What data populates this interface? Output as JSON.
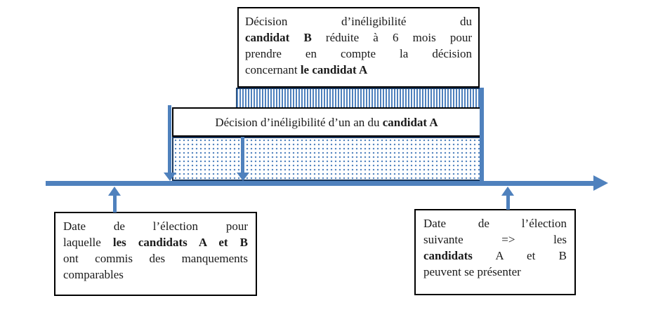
{
  "diagram": {
    "title_semantic": "Frise chronologique des décisions d'inéligibilité des candidats A et B",
    "colors": {
      "accent_blue": "#4f81bd",
      "bar_border_navy": "#17365d",
      "box_border_black": "#000000"
    },
    "top_box": {
      "lines": [
        [
          {
            "t": "Décision d’inéligibilité du"
          }
        ],
        [
          {
            "t": "candidat B",
            "b": true
          },
          {
            "t": " réduite à 6 mois pour"
          }
        ],
        [
          {
            "t": "prendre en compte la décision"
          }
        ],
        [
          {
            "t": "concernant "
          },
          {
            "t": "le candidat A",
            "b": true
          }
        ]
      ]
    },
    "middle_box": {
      "lines": [
        [
          {
            "t": "Décision d’inéligibilité d’un an du "
          },
          {
            "t": "candidat A",
            "b": true
          }
        ]
      ]
    },
    "left_box": {
      "lines": [
        [
          {
            "t": "Date de l’élection pour"
          }
        ],
        [
          {
            "t": "laquelle "
          },
          {
            "t": "les candidats A et B",
            "b": true
          }
        ],
        [
          {
            "t": "ont commis des manquements"
          }
        ],
        [
          {
            "t": "comparables"
          }
        ]
      ]
    },
    "right_box": {
      "lines": [
        [
          {
            "t": "Date de l’élection"
          }
        ],
        [
          {
            "t": "suivante => les"
          }
        ],
        [
          {
            "t": "candidats",
            "b": true
          },
          {
            "t": " A et B"
          }
        ],
        [
          {
            "t": "peuvent se présenter"
          }
        ]
      ]
    },
    "bars": {
      "striped_bar_meaning": "période d’inéligibilité de 6 mois du candidat B (hachures verticales)",
      "dotted_bar_meaning": "période d’inéligibilité d’un an du candidat A (pointillés)"
    }
  }
}
